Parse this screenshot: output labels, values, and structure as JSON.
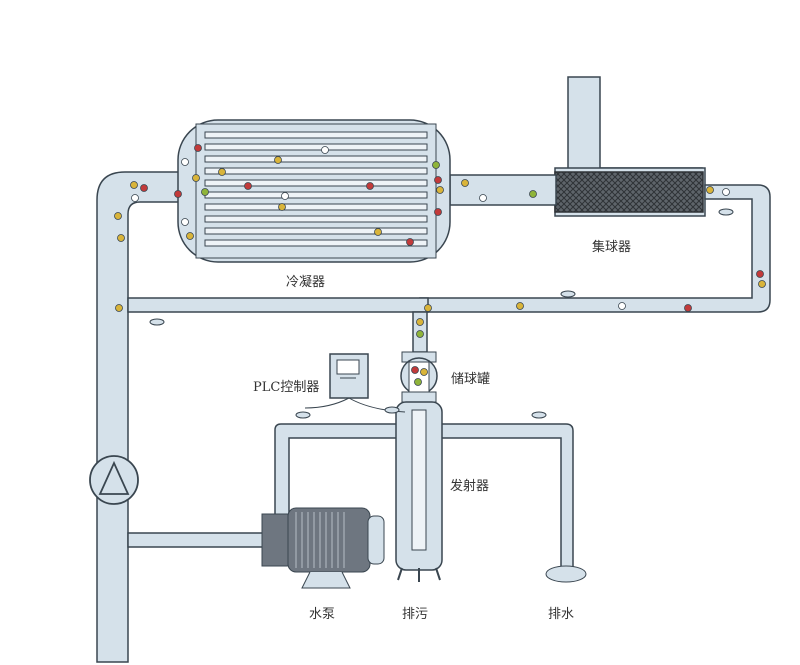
{
  "labels": {
    "condenser": "冷凝器",
    "collector": "集球器",
    "plc": "PLC控制器",
    "ball_tank": "储球罐",
    "launcher": "发射器",
    "pump": "水泵",
    "blowdown": "排污",
    "drain": "排水"
  },
  "colors": {
    "pipe_fill": "#d5e1ea",
    "pipe_stroke": "#3a4650",
    "motor": "#6e7680",
    "ball_red": "#c23a3a",
    "ball_yellow": "#d9b43a",
    "ball_green": "#8fb43a",
    "ball_white": "#ffffff"
  }
}
